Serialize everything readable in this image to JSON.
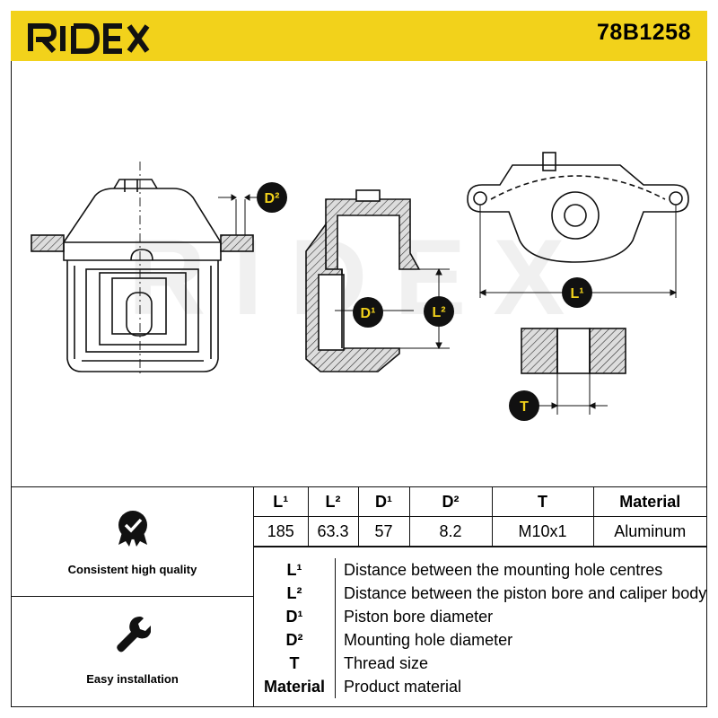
{
  "brand": "RIDEX",
  "part_number": "78B1258",
  "watermark": "RIDEX",
  "colors": {
    "brand_yellow": "#f2d21b",
    "line": "#111111"
  },
  "drawing_labels": {
    "d2": "D²",
    "d1": "D¹",
    "l2": "L²",
    "l1": "L¹",
    "t": "T"
  },
  "features": [
    {
      "icon": "quality-check-badge-icon",
      "label": "Consistent high quality"
    },
    {
      "icon": "wrench-icon",
      "label": "Easy installation"
    }
  ],
  "spec_table": {
    "headers": [
      "L¹",
      "L²",
      "D¹",
      "D²",
      "T",
      "Material"
    ],
    "values": [
      "185",
      "63.3",
      "57",
      "8.2",
      "M10x1",
      "Aluminum"
    ]
  },
  "legend": [
    {
      "key": "L¹",
      "desc": "Distance between the mounting hole centres"
    },
    {
      "key": "L²",
      "desc": "Distance between the piston bore and caliper body"
    },
    {
      "key": "D¹",
      "desc": "Piston bore diameter"
    },
    {
      "key": "D²",
      "desc": "Mounting hole diameter"
    },
    {
      "key": "T",
      "desc": "Thread size"
    },
    {
      "key": "Material",
      "desc": "Product material"
    }
  ]
}
